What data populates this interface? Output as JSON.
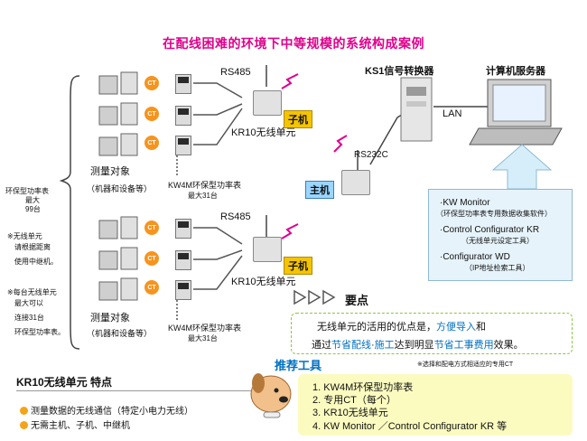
{
  "title": "在配线困难的环境下中等规模的系统构成案例",
  "top_group": {
    "rs485": "RS485",
    "measure_label": "测量对象",
    "measure_sub": "（机器和设备等）",
    "meter_label": "KW4M环保型功率表",
    "meter_max": "最大31台",
    "kr_label": "KR10无线单元",
    "kr_tag": "子机"
  },
  "bottom_group": {
    "rs485": "RS485",
    "measure_label": "测量对象",
    "measure_sub": "（机器和设备等）",
    "meter_label": "KW4M环保型功率表",
    "meter_max": "最大31台",
    "kr_label": "KR10无线单元",
    "kr_tag": "子机"
  },
  "ct_label": "CT",
  "master_tag": "主机",
  "rs232c": "RS232C",
  "ks1_label": "KS1信号转换器",
  "lan_label": "LAN",
  "server_label": "计算机服务器",
  "left_notes": {
    "max_label": "环保型功率表",
    "max_line1": "最大",
    "max_line2": "99台",
    "note1_title": "※无线单元",
    "note1_line1": "请根据距离",
    "note1_line2": "使用中继机。",
    "note2_title": "※每台无线单元",
    "note2_line1": "最大可以",
    "note2_line2": "连接31台",
    "note2_line3": "环保型功率表。"
  },
  "software_panel": {
    "item1": "·KW Monitor",
    "item1_sub": "（环保型功率表专用数据收集软件）",
    "item2": "·Control Configurator KR",
    "item2_sub": "（无线单元设定工具）",
    "item3": "·Configurator WD",
    "item3_sub": "（IP地址检索工具）"
  },
  "points": {
    "heading": "要点",
    "line1_a": "无线单元的活用的优点是，",
    "line1_hl": "方便导入",
    "line1_b": "和",
    "line2_a": "通过",
    "line2_hl1": "节省配线",
    "line2_dot": "·",
    "line2_hl2": "施工",
    "line2_b": "达到明显",
    "line2_hl3": "节省工事费用",
    "line2_c": "效果。"
  },
  "tools": {
    "heading": "推荐工具",
    "note": "※选择和配电方式相适应的专用CT",
    "item1": "1. KW4M环保型功率表",
    "item2": "2. 专用CT（每个）",
    "item3": "3. KR10无线单元",
    "item4": "4. KW Monitor ／Control Configurator KR 等"
  },
  "features": {
    "title": "KR10无线单元  特点",
    "item1": "测量数据的无线通信（特定小电力无线）",
    "item2": "无需主机、子机、中继机"
  },
  "colors": {
    "title": "#e0008c",
    "ct": "#f7941d",
    "tag_slave": "#f5c400",
    "tag_master": "#9ad6ff",
    "highlight": "#0070c0",
    "tools_bg": "#fbfbc0",
    "panel_bg": "#e6f3fb",
    "radio": "#e0008c"
  }
}
